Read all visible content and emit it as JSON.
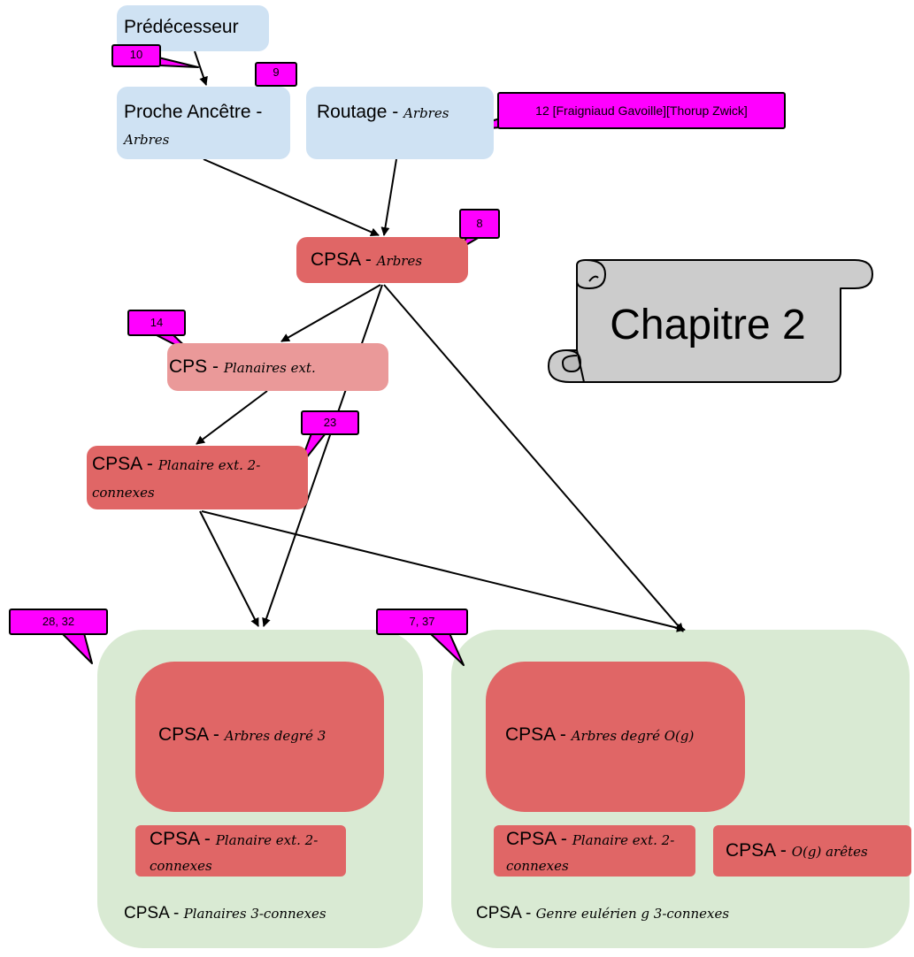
{
  "nodes": {
    "predecesseur": "Prédécesseur",
    "proche_ancetre": {
      "main": "Proche Ancêtre - ",
      "italic": "Arbres"
    },
    "routage": {
      "main": "Routage - ",
      "italic": "Arbres"
    },
    "cpsa_arbres": {
      "main": "CPSA - ",
      "italic": "Arbres"
    },
    "cps_planaires": {
      "main": "CPS - ",
      "italic": "Planaires ext."
    },
    "cpsa_planaire_2c": {
      "main": "CPSA - ",
      "italic": "Planaire ext. 2-connexes"
    },
    "cpsa_arbres_deg3": {
      "main": "CPSA - ",
      "italic": "Arbres degré 3"
    },
    "cpsa_planaire_2c_b": {
      "main": "CPSA - ",
      "italic": "Planaire ext. 2-connexes"
    },
    "cpsa_planaires_3c": {
      "main": "CPSA - ",
      "italic": "Planaires 3-connexes"
    },
    "cpsa_arbres_degog": {
      "main": "CPSA - ",
      "italic": "Arbres degré O(g)"
    },
    "cpsa_planaire_2c_c": {
      "main": "CPSA - ",
      "italic": "Planaire ext. 2-connexes"
    },
    "cpsa_og_aretes": {
      "main": "CPSA - ",
      "italic": "O(g) arêtes"
    },
    "cpsa_genre": {
      "main": "CPSA - ",
      "italic": "Genre eulérien g 3-connexes"
    }
  },
  "callouts": {
    "c10": "10",
    "c9": "9",
    "c12": "12 [Fraigniaud Gavoille][Thorup Zwick]",
    "c8": "8",
    "c14": "14",
    "c23": "23",
    "c28": "28, 32",
    "c737": "7, 37"
  },
  "scroll": "Chapitre 2",
  "colors": {
    "blue": "#cfe2f3",
    "red": "#e06666",
    "pink": "#ea9999",
    "green": "#d9ead3",
    "callout": "#ff00ff",
    "scroll": "#cccccc"
  }
}
